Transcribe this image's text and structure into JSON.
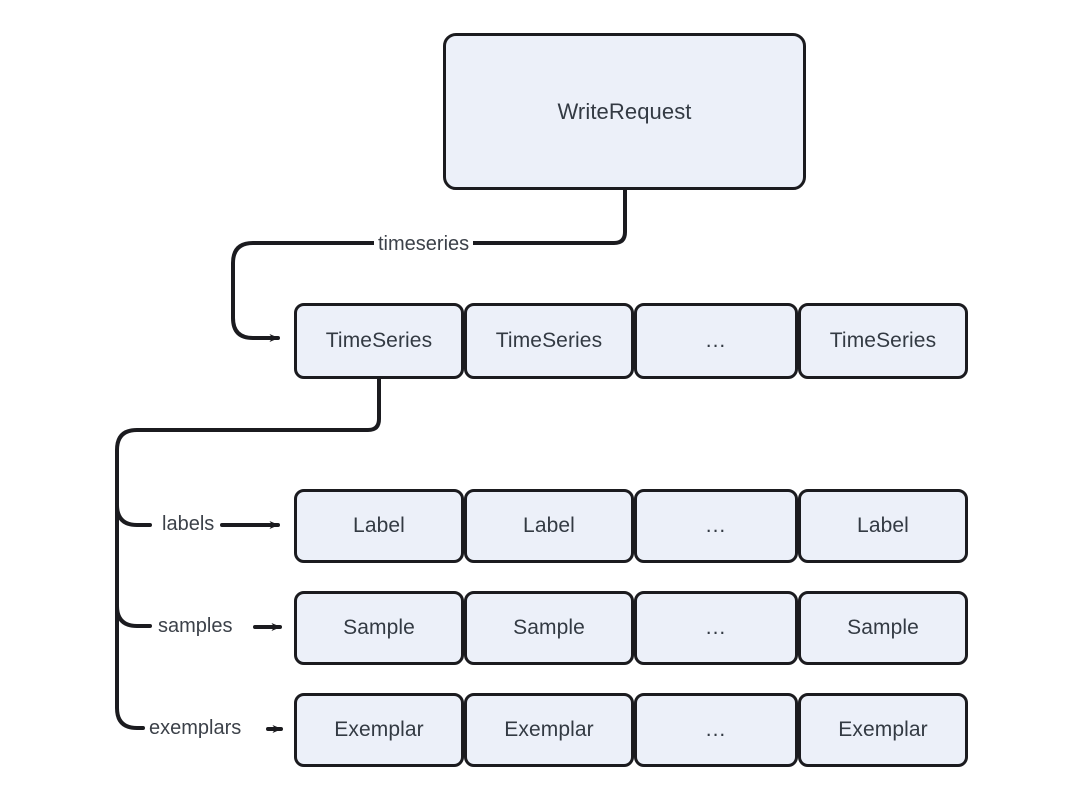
{
  "diagram": {
    "title": "WriteRequest",
    "root": {
      "label": "WriteRequest"
    },
    "edge_labels": {
      "timeseries": "timeseries",
      "labels": "labels",
      "samples": "samples",
      "exemplars": "exemplars"
    },
    "ellipsis": "...",
    "rows": [
      {
        "name": "timeseries-row",
        "edge_label": "timeseries",
        "cells": [
          "TimeSeries",
          "TimeSeries",
          "...",
          "TimeSeries"
        ]
      },
      {
        "name": "labels-row",
        "edge_label": "labels",
        "cells": [
          "Label",
          "Label",
          "...",
          "Label"
        ]
      },
      {
        "name": "samples-row",
        "edge_label": "samples",
        "cells": [
          "Sample",
          "Sample",
          "...",
          "Sample"
        ]
      },
      {
        "name": "exemplars-row",
        "edge_label": "exemplars",
        "cells": [
          "Exemplar",
          "Exemplar",
          "...",
          "Exemplar"
        ]
      }
    ],
    "colors": {
      "node_fill": "#ecf0f9",
      "node_border": "#1b1b1f",
      "node_text": "#333a43",
      "edge_stroke": "#1b1b1f",
      "edge_label_text": "#3c4149",
      "background": "#ffffff"
    }
  }
}
